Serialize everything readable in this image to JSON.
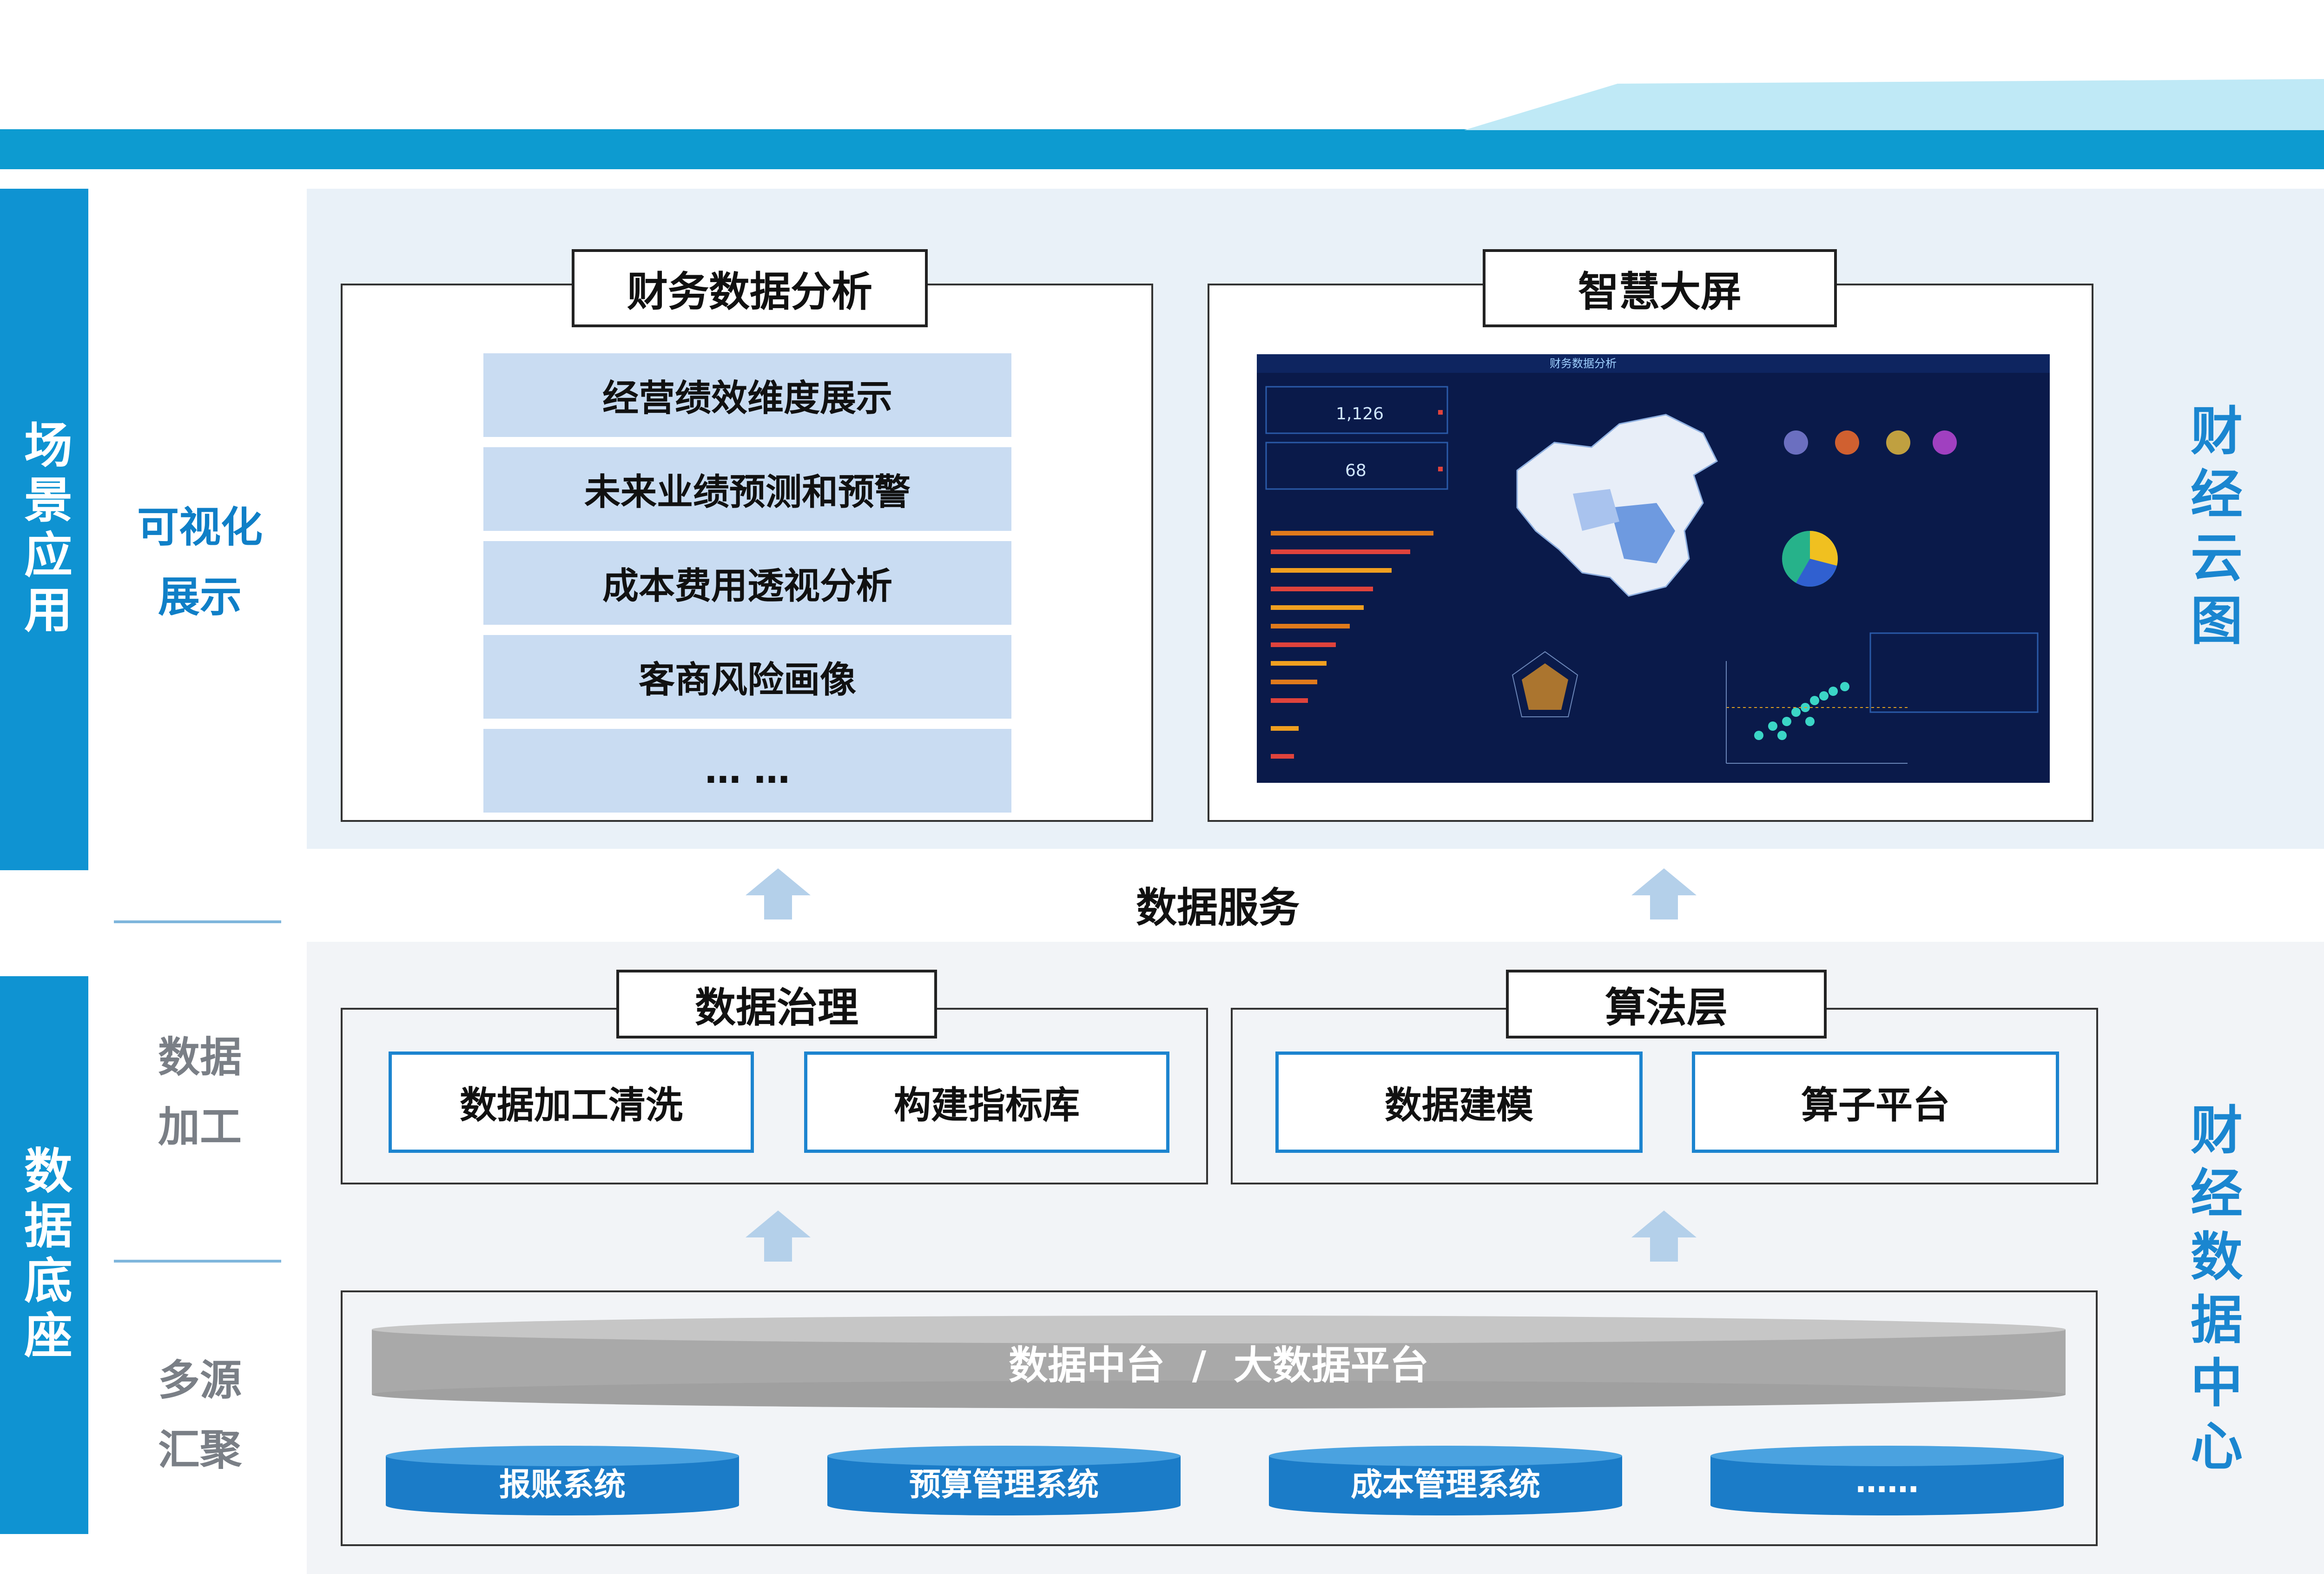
{
  "left_bars": {
    "top": "场景应用",
    "bottom": "数据底座"
  },
  "left_labels": {
    "visual_line1": "可视化",
    "visual_line2": "展示",
    "processing_line1": "数据",
    "processing_line2": "加工",
    "sources_line1": "多源",
    "sources_line2": "汇聚"
  },
  "right_labels": {
    "top": "财经云图",
    "bottom": "财经数据中心"
  },
  "panels": {
    "finance_analysis": {
      "title": "财务数据分析",
      "items": [
        "经营绩效维度展示",
        "未来业绩预测和预警",
        "成本费用透视分析",
        "客商风险画像",
        "… …"
      ]
    },
    "smart_screen": {
      "title": "智慧大屏"
    }
  },
  "middle_label": "数据服务",
  "governance": {
    "title": "数据治理",
    "boxes": [
      "数据加工清洗",
      "构建指标库"
    ]
  },
  "algorithm": {
    "title": "算法层",
    "boxes": [
      "数据建模",
      "算子平台"
    ]
  },
  "platform": {
    "label": "数据中台  /  大数据平台",
    "sources": [
      "报账系统",
      "预算管理系统",
      "成本管理系统",
      "……"
    ]
  },
  "dashboard_preview": {
    "title": "财务数据分析",
    "kpi_1": "1,126",
    "kpi_2": "68"
  },
  "colors": {
    "accent": "#0f93d2",
    "panel_item": "#c9dcf2",
    "box_border": "#1c84cf",
    "dashboard_bg": "#0a1a4a"
  }
}
